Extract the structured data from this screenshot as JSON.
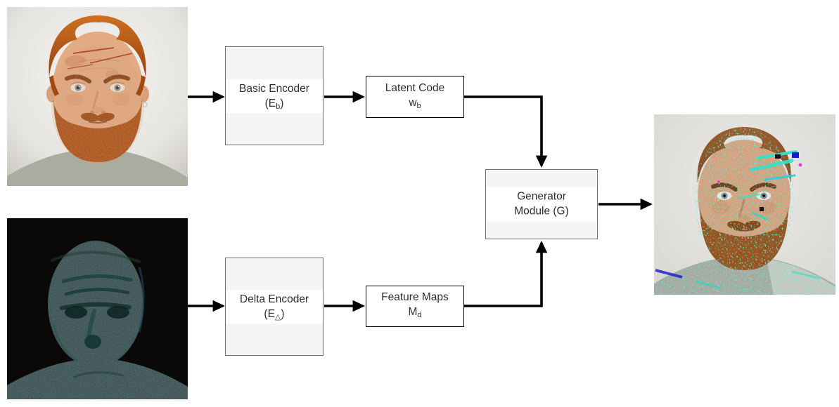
{
  "nodes": {
    "basic_encoder": {
      "title": "Basic Encoder",
      "sym_pre": "(E",
      "sym_sub": "b",
      "sym_post": ")"
    },
    "latent_code": {
      "title": "Latent Code",
      "sym_pre": "w",
      "sym_sub": "b",
      "sym_post": ""
    },
    "delta_encoder": {
      "title": "Delta Encoder",
      "sym_pre": "(E",
      "sym_sub": "△",
      "sym_post": ")"
    },
    "feature_maps": {
      "title": "Feature Maps",
      "sym_pre": "M",
      "sym_sub": "d",
      "sym_post": ""
    },
    "generator": {
      "line1": "Generator",
      "line2": "Module (G)"
    }
  },
  "images": {
    "input": "input-face-photo",
    "delta": "delta-residual-map",
    "output": "generated-face-photo"
  },
  "colors": {
    "background": "#ffffff",
    "arrow": "#000000",
    "gray_node_fill": "#f5f5f5",
    "gray_node_border": "#6e6e6e",
    "white_node_border": "#000000",
    "label_band": "#ffffff",
    "text": "#2e2e2e"
  }
}
